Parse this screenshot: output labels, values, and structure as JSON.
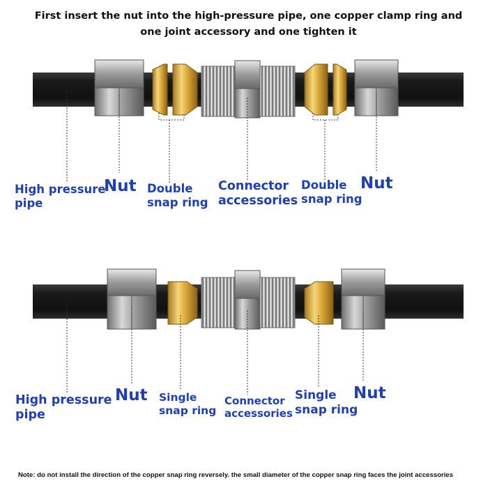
{
  "title": {
    "line1": "First insert the nut into the high-pressure pipe, one copper clamp ring and",
    "line2": "one joint accessory and one tighten it"
  },
  "top_diagram": {
    "labels": {
      "pipe_1": "High pressure",
      "pipe_2": "pipe",
      "nut_left": "Nut",
      "ring_left_1": "Double",
      "ring_left_2": "snap ring",
      "connector_1": "Connector",
      "connector_2": "accessories",
      "ring_right_1": "Double",
      "ring_right_2": "snap ring",
      "nut_right": "Nut"
    }
  },
  "bottom_diagram": {
    "labels": {
      "pipe_1": "High pressure",
      "pipe_2": "pipe",
      "nut_left": "Nut",
      "ring_left_1": "Single",
      "ring_left_2": "snap ring",
      "connector_1": "Connector",
      "connector_2": "accessories",
      "ring_right_1": "Single",
      "ring_right_2": "snap ring",
      "nut_right": "Nut"
    }
  },
  "note": "Note: do not install the direction of the copper snap ring reversely. the small diameter of the copper snap ring faces the joint accessories",
  "colors": {
    "label_blue": "#1f3fb5",
    "pipe": "#1c1c1c",
    "brass": "#d9a83a",
    "steel": "#a8a8a8"
  }
}
